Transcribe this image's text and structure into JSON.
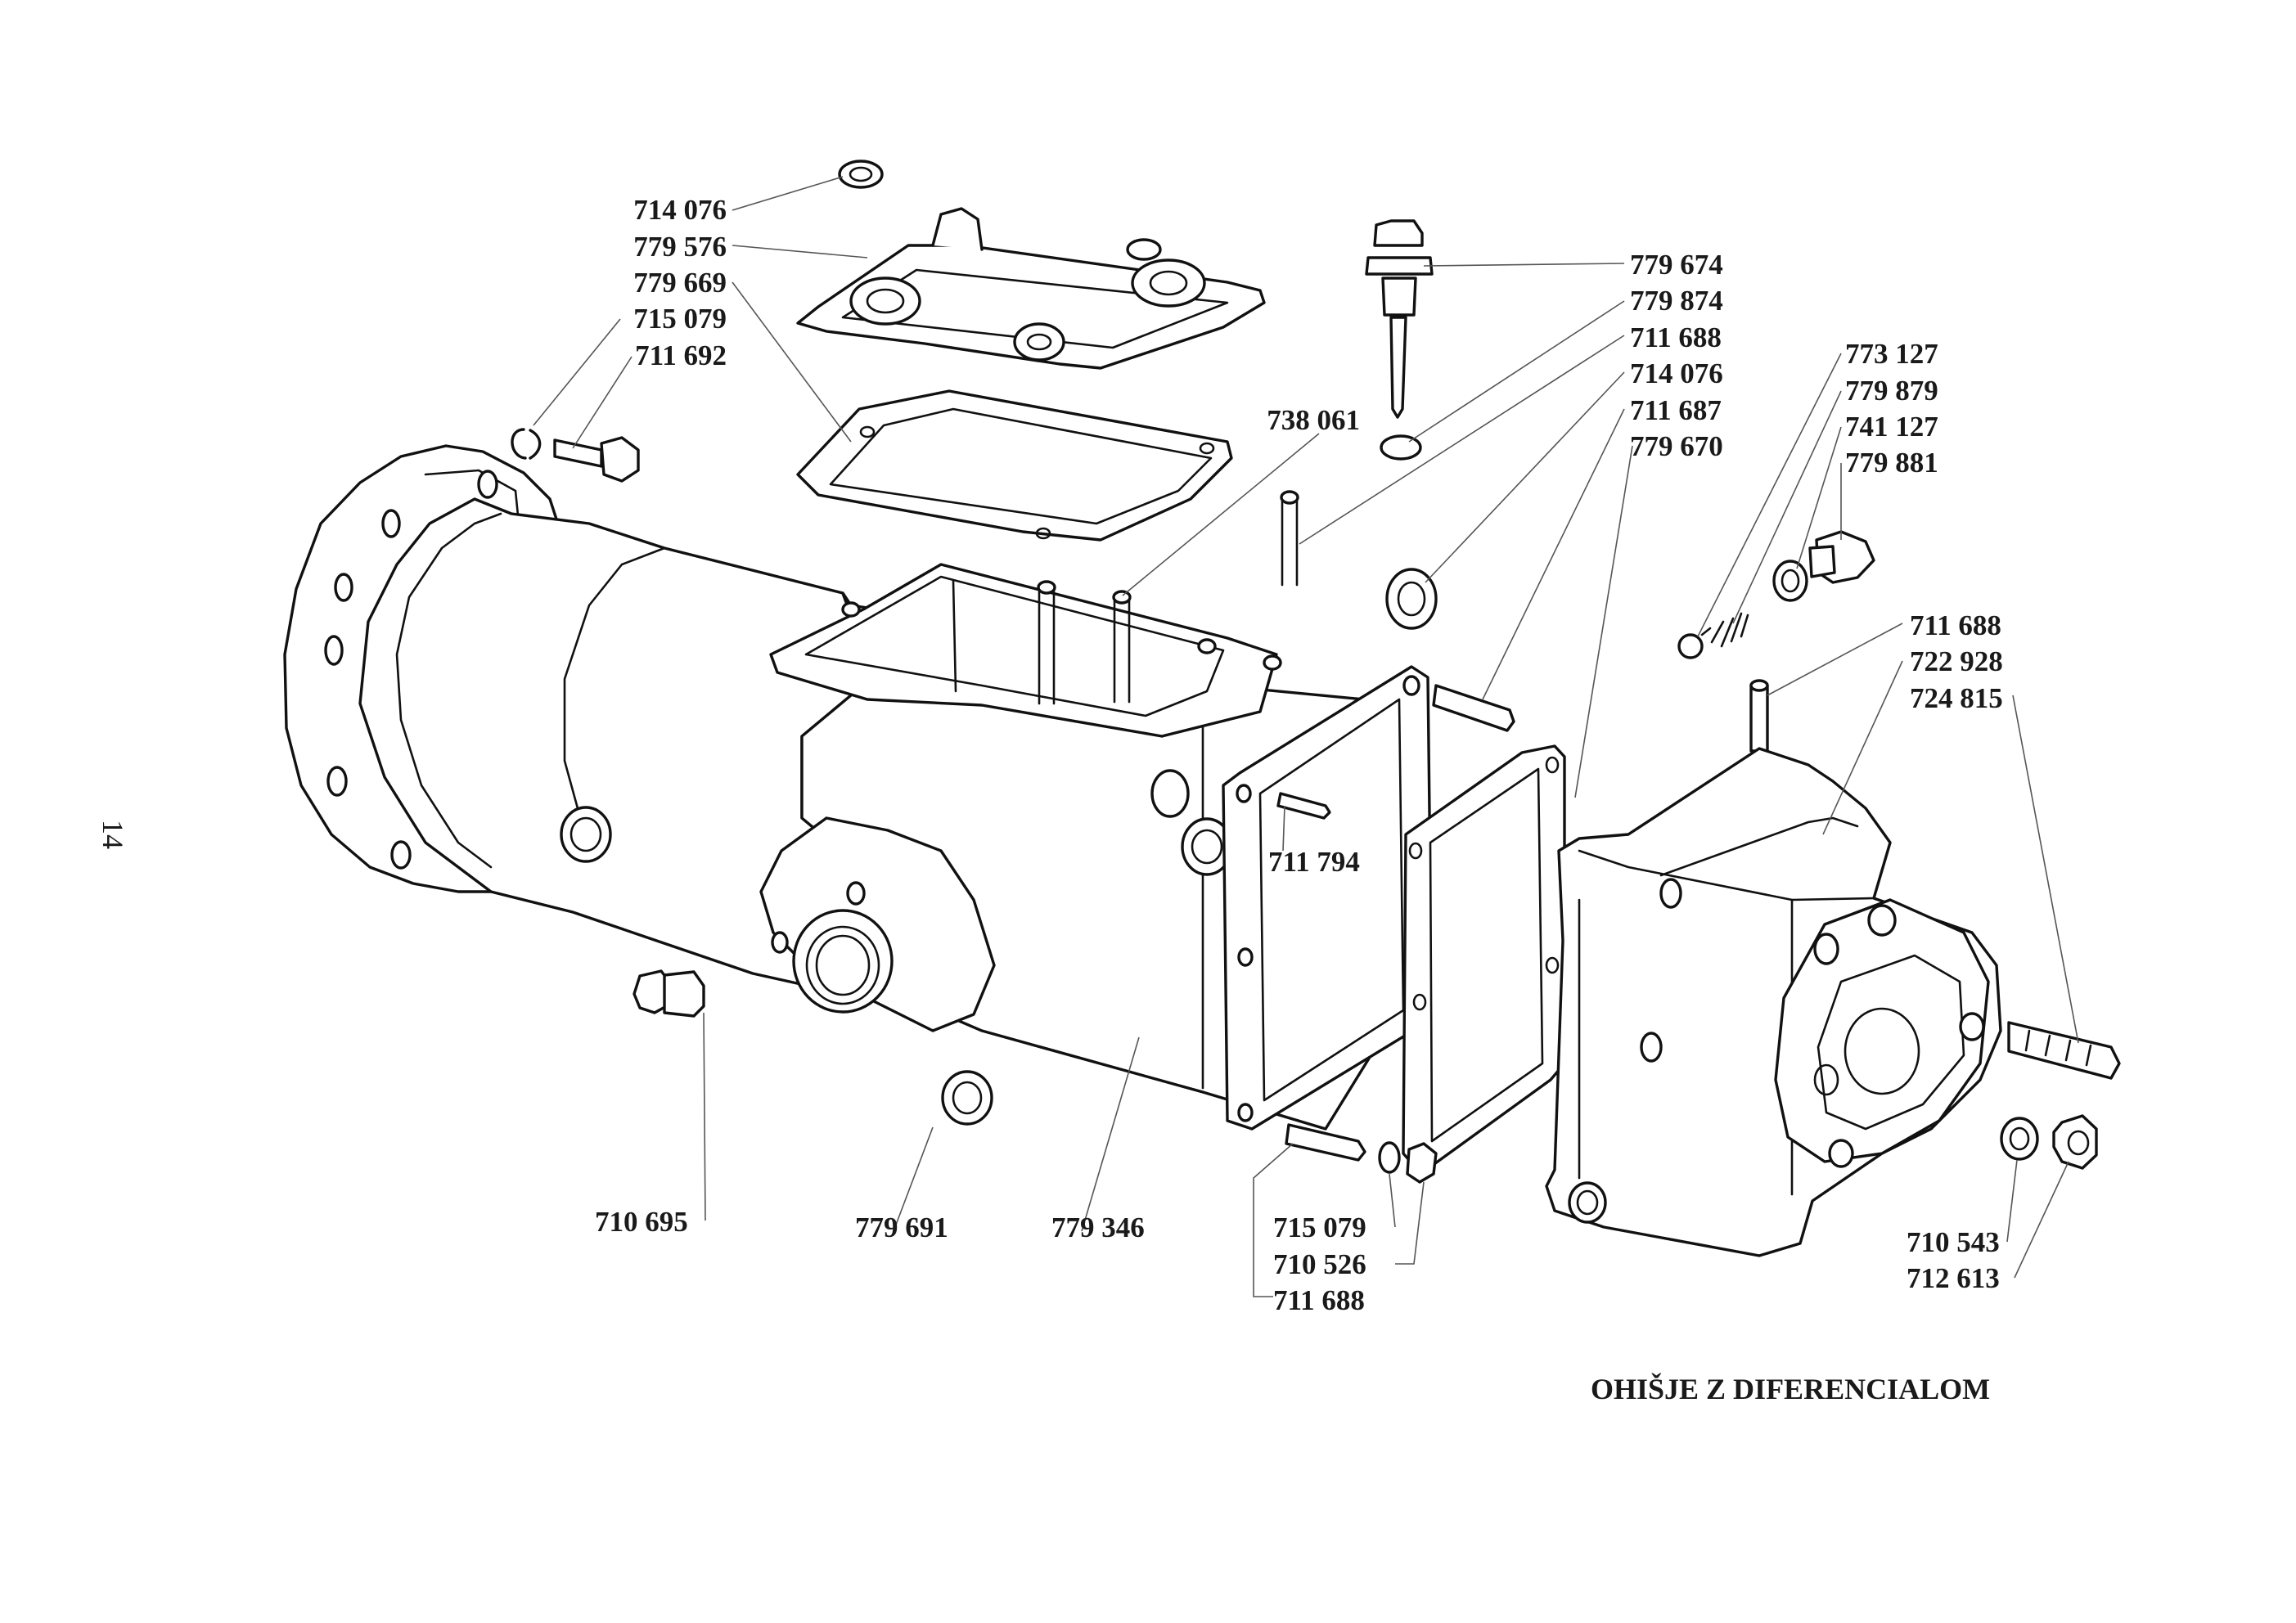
{
  "page_number": "14",
  "title": "OHIŠJE Z DIFERENCIALOM",
  "labels": {
    "l714076a": "714 076",
    "l779576": "779 576",
    "l779669": "779 669",
    "l715079a": "715 079",
    "l711692": "711 692",
    "l738061": "738 061",
    "l779674": "779 674",
    "l779874": "779 874",
    "l711688a": "711 688",
    "l714076b": "714 076",
    "l711687": "711 687",
    "l779670": "779 670",
    "l773127": "773 127",
    "l779879": "779 879",
    "l741127": "741 127",
    "l779881": "779 881",
    "l711688b": "711 688",
    "l722928": "722 928",
    "l724815": "724 815",
    "l711794": "711 794",
    "l710695": "710 695",
    "l779691": "779 691",
    "l779346": "779 346",
    "l715079b": "715 079",
    "l710526": "710 526",
    "l711688c": "711 688",
    "l710543": "710 543",
    "l712613": "712 613"
  }
}
